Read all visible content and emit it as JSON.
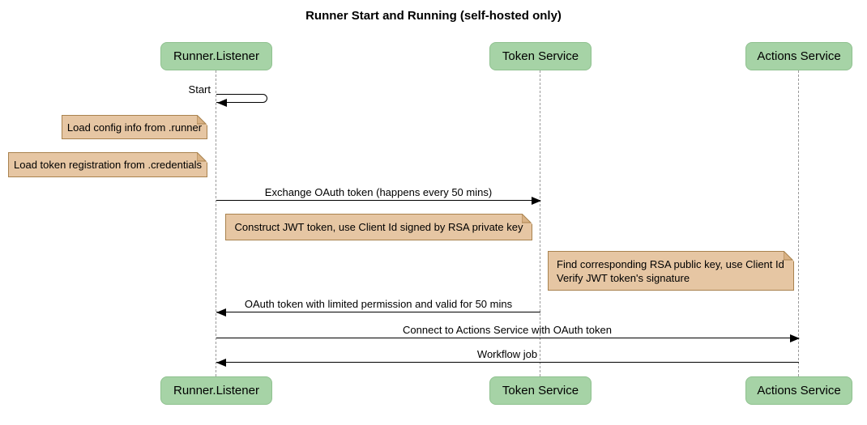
{
  "title": "Runner Start and Running (self-hosted only)",
  "participants": [
    {
      "label": "Runner.Listener"
    },
    {
      "label": "Token Service"
    },
    {
      "label": "Actions Service"
    }
  ],
  "messages": [
    {
      "label": "Start",
      "from": "Runner.Listener",
      "to": "Runner.Listener",
      "kind": "self"
    },
    {
      "label": "Exchange OAuth token (happens every 50 mins)",
      "from": "Runner.Listener",
      "to": "Token Service",
      "kind": "solid-arrow"
    },
    {
      "label": "OAuth token with limited permission and valid for 50 mins",
      "from": "Token Service",
      "to": "Runner.Listener",
      "kind": "solid-arrow"
    },
    {
      "label": "Connect to Actions Service with OAuth token",
      "from": "Runner.Listener",
      "to": "Actions Service",
      "kind": "solid-arrow"
    },
    {
      "label": "Workflow job",
      "from": "Actions Service",
      "to": "Runner.Listener",
      "kind": "solid-arrow"
    }
  ],
  "notes": [
    {
      "text": "Load config info from .runner"
    },
    {
      "text": "Load token registration from .credentials"
    },
    {
      "text": "Construct JWT token, use Client Id signed by RSA private key"
    },
    {
      "text": "Find corresponding RSA public key, use Client Id\nVerify JWT token's signature"
    }
  ],
  "colors": {
    "participant_fill": "#a6d3a6",
    "participant_border": "#8fc18f",
    "note_fill": "#e6c6a3",
    "note_border": "#a9824e",
    "note_fold": "#d9b285",
    "lifeline": "#9a9a9a",
    "line_color": "#000000",
    "background": "#ffffff"
  }
}
